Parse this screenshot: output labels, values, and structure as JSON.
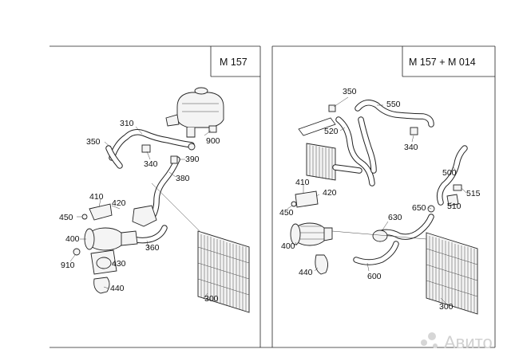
{
  "panels": [
    {
      "id": "left",
      "title": "M 157"
    },
    {
      "id": "right",
      "title": "M 157 + M 014"
    }
  ],
  "labels": {
    "left": {
      "l310": "310",
      "l350": "350",
      "l340": "340",
      "l390": "390",
      "l900": "900",
      "l380": "380",
      "l410": "410",
      "l420": "420",
      "l450": "450",
      "l400": "400",
      "l910": "910",
      "l430": "430",
      "l360": "360",
      "l440": "440",
      "l300": "300"
    },
    "right": {
      "l350": "350",
      "l550": "550",
      "l520": "520",
      "l340": "340",
      "l500": "500",
      "l410": "410",
      "l420": "420",
      "l515": "515",
      "l650": "650",
      "l510": "510",
      "l450": "450",
      "l630": "630",
      "l400": "400",
      "l440": "440",
      "l600": "600",
      "l300": "300"
    }
  },
  "watermark": "Авито"
}
